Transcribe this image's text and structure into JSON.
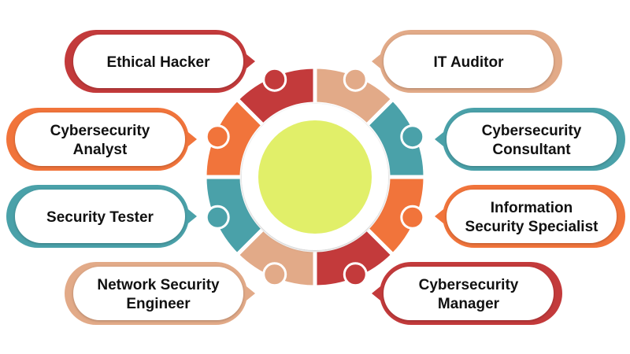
{
  "colors": {
    "red": "#c33a3b",
    "tan": "#e2aa88",
    "teal": "#4aa1a9",
    "orange": "#f1743b",
    "center": "#e1ef69"
  },
  "segment_colors": [
    "tan",
    "teal",
    "orange",
    "red",
    "tan",
    "teal",
    "orange",
    "red"
  ],
  "callouts": [
    {
      "id": "ethical-hacker",
      "lines": [
        "Ethical Hacker"
      ],
      "color": "red"
    },
    {
      "id": "it-auditor",
      "lines": [
        "IT Auditor"
      ],
      "color": "tan"
    },
    {
      "id": "cybersecurity-analyst",
      "lines": [
        "Cybersecurity",
        "Analyst"
      ],
      "color": "orange"
    },
    {
      "id": "cybersecurity-consultant",
      "lines": [
        "Cybersecurity",
        "Consultant"
      ],
      "color": "teal"
    },
    {
      "id": "security-tester",
      "lines": [
        "Security Tester"
      ],
      "color": "teal"
    },
    {
      "id": "information-security-specialist",
      "lines": [
        "Information",
        "Security Specialist"
      ],
      "color": "orange"
    },
    {
      "id": "network-security-engineer",
      "lines": [
        "Network Security",
        "Engineer"
      ],
      "color": "tan"
    },
    {
      "id": "cybersecurity-manager",
      "lines": [
        "Cybersecurity",
        "Manager"
      ],
      "color": "red"
    }
  ]
}
